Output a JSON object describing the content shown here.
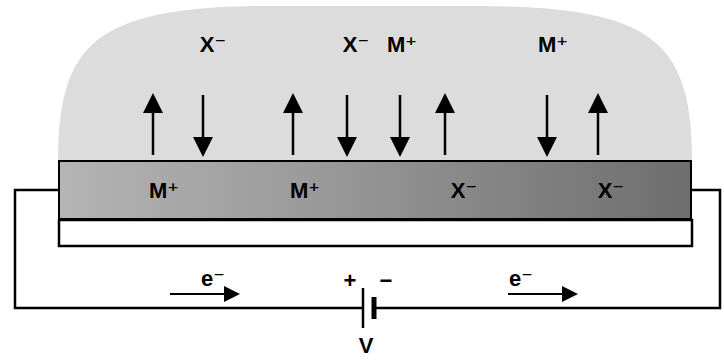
{
  "diagram": {
    "nodes": [
      {
        "text": [
          "X⁻",
          "X⁻",
          "M⁺",
          "M⁺"
        ]
      },
      {
        "text": [
          "M⁺",
          "M⁺",
          "X⁻",
          "X⁻"
        ]
      }
    ],
    "labels": [
      "e⁻",
      "+",
      "−",
      "e⁻",
      "V"
    ]
  }
}
